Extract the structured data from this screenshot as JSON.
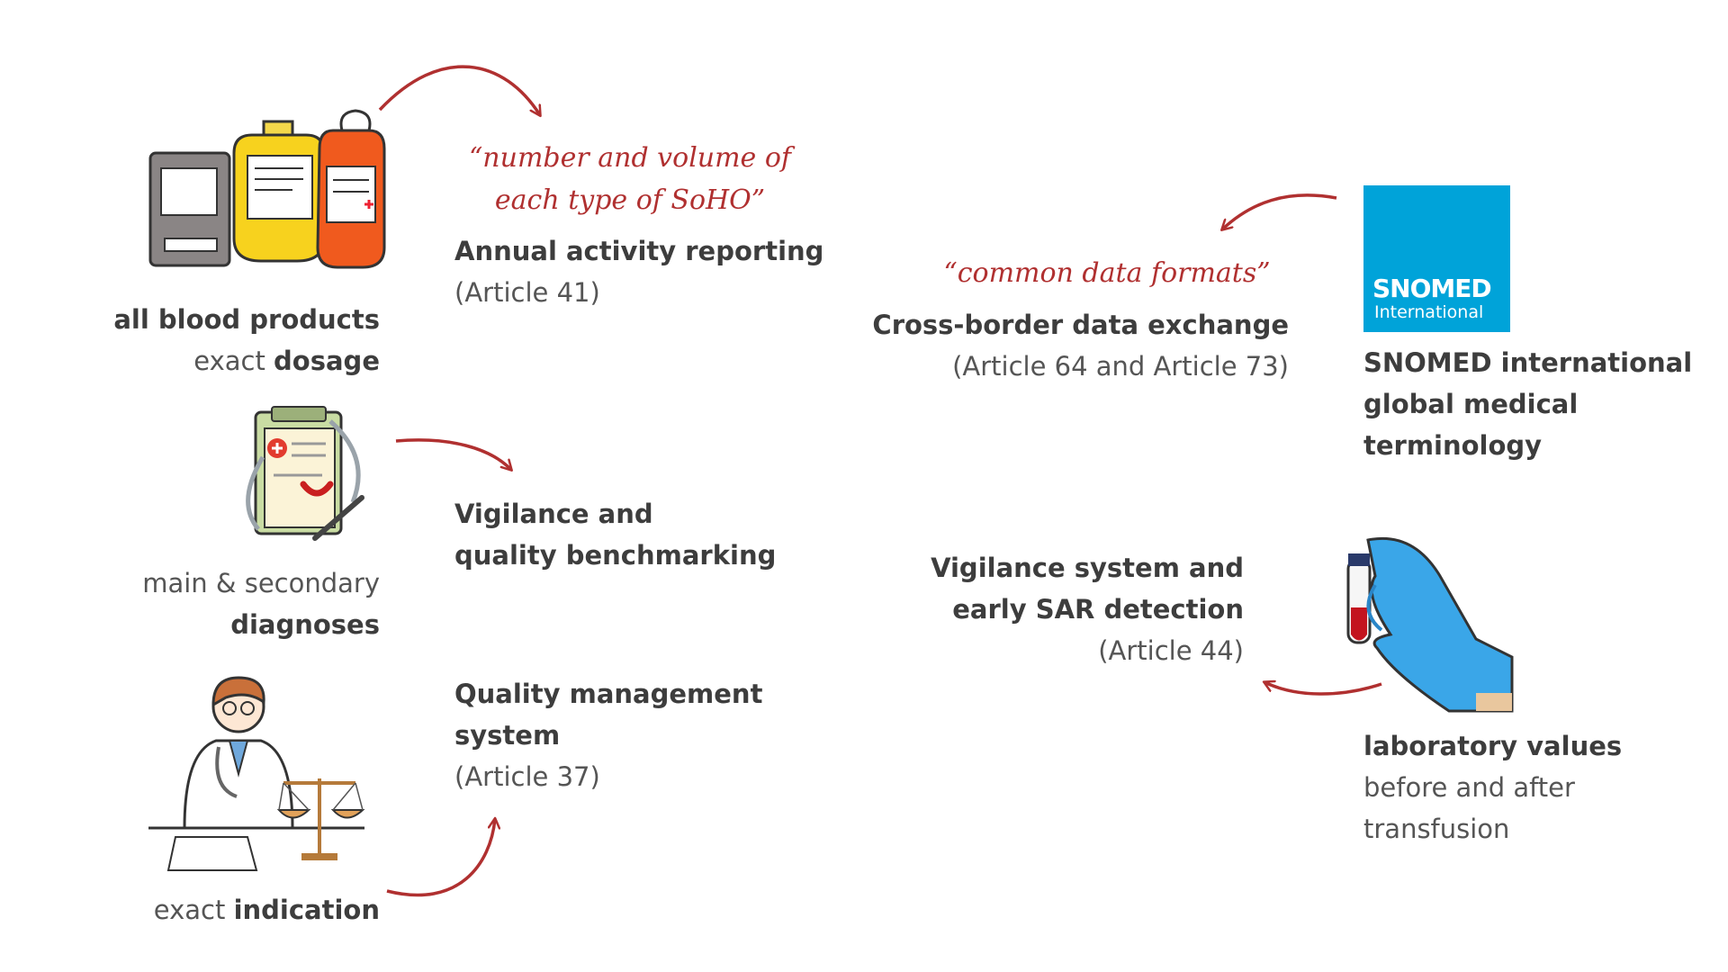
{
  "left_column": {
    "blood": {
      "line1": "all blood products",
      "line2_a": "exact",
      "line2_b": "dosage"
    },
    "diagnoses": {
      "line1": "main & secondary",
      "line2": "diagnoses"
    },
    "indication": {
      "a": "exact",
      "b": "indication"
    }
  },
  "quotes": {
    "soho_line1": "“number and volume of",
    "soho_line2": "each type of SoHO”",
    "formats": "“common data formats”"
  },
  "middle_column": {
    "annual": {
      "title": "Annual activity reporting",
      "article": "(Article 41)"
    },
    "vigilance_benchmark": {
      "line1": "Vigilance and",
      "line2": "quality benchmarking"
    },
    "qms": {
      "line1": "Quality management",
      "line2": "system",
      "article": "(Article 37)"
    }
  },
  "right_middle": {
    "crossborder": {
      "title": "Cross-border data exchange",
      "article": "(Article 64 and Article 73)"
    },
    "vigilance_system": {
      "line1": "Vigilance system and",
      "line2": "early SAR detection",
      "article": "(Article 44)"
    }
  },
  "right_column": {
    "snomed_logo": {
      "line1": "SNOMED",
      "line2": "International"
    },
    "snomed": {
      "line1": "SNOMED international",
      "line2": "global medical",
      "line3": "terminology"
    },
    "lab": {
      "line1": "laboratory values",
      "line2": "before and after",
      "line3": "transfusion"
    }
  },
  "colors": {
    "arrow": "#b03030",
    "quote": "#b03030",
    "snomed_blue": "#00a3d9",
    "text": "#4a4a4a"
  },
  "icons": [
    "blood-bags-icon",
    "medical-clipboard-stethoscope-icon",
    "doctor-scales-icon",
    "snomed-logo",
    "gloved-hand-test-tube-icon"
  ]
}
